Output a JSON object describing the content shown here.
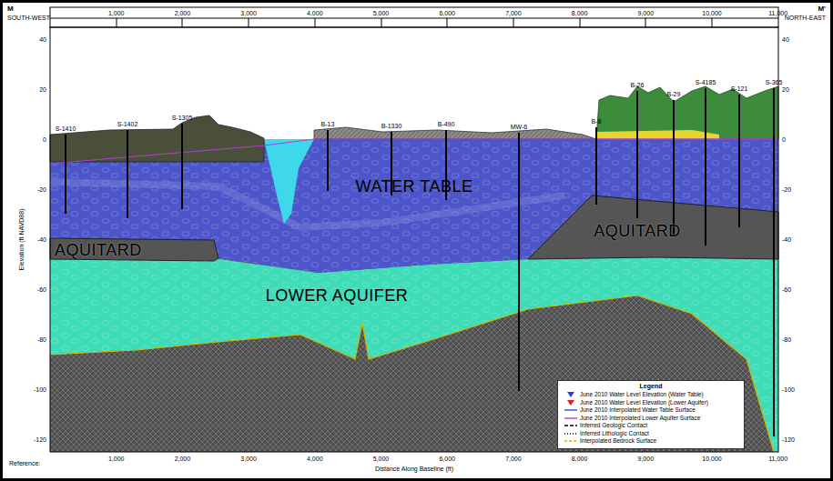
{
  "diagram": {
    "labels": [
      "M",
      "SOUTH-WEST",
      "M'",
      "NORTH-EAST",
      "1,000",
      "2,000",
      "3,000",
      "4,000",
      "5,000",
      "6,000",
      "7,000",
      "8,000",
      "9,000",
      "10,000",
      "11,000",
      "1,000",
      "2,000",
      "3,000",
      "4,000",
      "5,000",
      "6,000",
      "7,000",
      "8,000",
      "9,000",
      "10,000",
      "11,000",
      "40",
      "20",
      "0",
      "-20",
      "-40",
      "-60",
      "-80",
      "-100",
      "-120",
      "40",
      "20",
      "0",
      "-20",
      "-40",
      "-60",
      "-80",
      "-100",
      "-120",
      "Distance Along Baseline (ft)",
      "Elevation (ft NAVD88)",
      "WATER TABLE",
      "AQUITARD",
      "AQUITARD",
      "LOWER AQUIFER",
      "Legend",
      "Reference:",
      "S-1410",
      "S-1402",
      "S-1305",
      "B-13",
      "B-1330",
      "B-490",
      "MW-6",
      "B-8",
      "B-26",
      "B-29",
      "S-4185",
      "S-121",
      "S-365"
    ],
    "legend": [
      {
        "text": "June 2010 Water Level Elevation (Water Table)"
      },
      {
        "text": "June 2010 Water Level Elevation (Lower Aquifer)"
      },
      {
        "text": "June 2010 Interpolated Water Table Surface"
      },
      {
        "text": "June 2010 Interpolated Lower Aquifer Surface"
      },
      {
        "text": "Inferred Geologic Contact"
      },
      {
        "text": "Inferred Lithologic Contact"
      },
      {
        "text": "Interpolated Bedrock Surface"
      }
    ]
  }
}
